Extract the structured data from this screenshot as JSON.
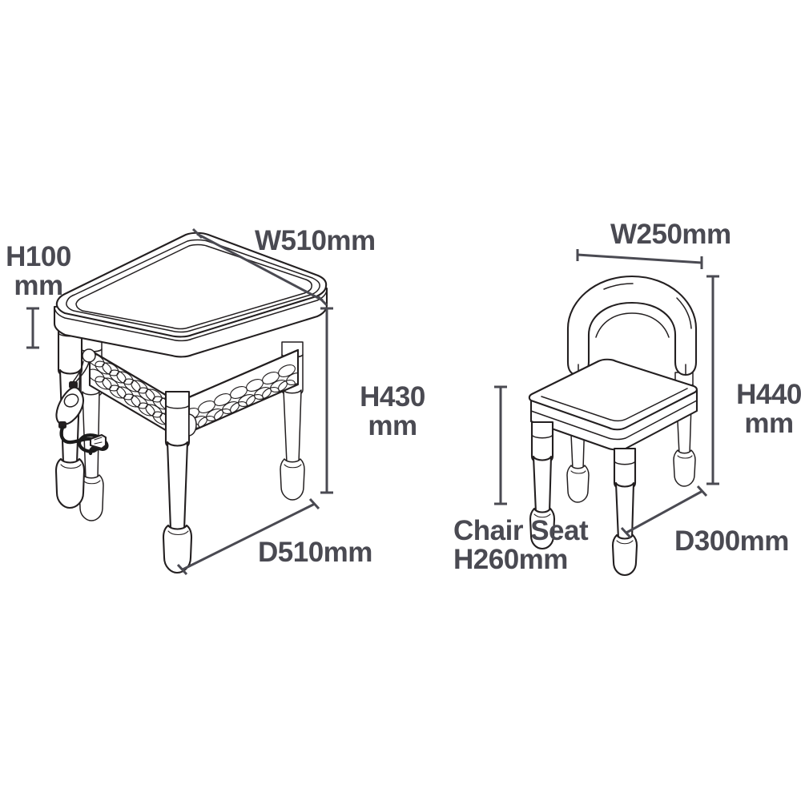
{
  "drawing": {
    "type": "technical-dimension-drawing",
    "subject": "Kids table and chair set dimensions",
    "background_color": "#ffffff",
    "line_color": "#231f20",
    "label_color": "#4a4a52"
  },
  "table": {
    "name": "Table",
    "dimensions": {
      "apron_height": "H100\nmm",
      "width": "W510mm",
      "height": "H430\nmm",
      "depth": "D510mm"
    },
    "parts": {
      "tabletop": "tabletop",
      "apron_mesh": "woven-mesh-apron",
      "legs": "four-turned-legs",
      "hang_tag": "hang-tag",
      "cable": "usb-charging-cable"
    }
  },
  "chair": {
    "name": "Chair",
    "dimensions": {
      "width": "W250mm",
      "height": "H440\nmm",
      "seat_height": "Chair Seat\nH260mm",
      "depth": "D300mm"
    },
    "parts": {
      "backrest": "arched-backrest",
      "seat": "seat-panel",
      "legs": "four-turned-legs"
    }
  }
}
